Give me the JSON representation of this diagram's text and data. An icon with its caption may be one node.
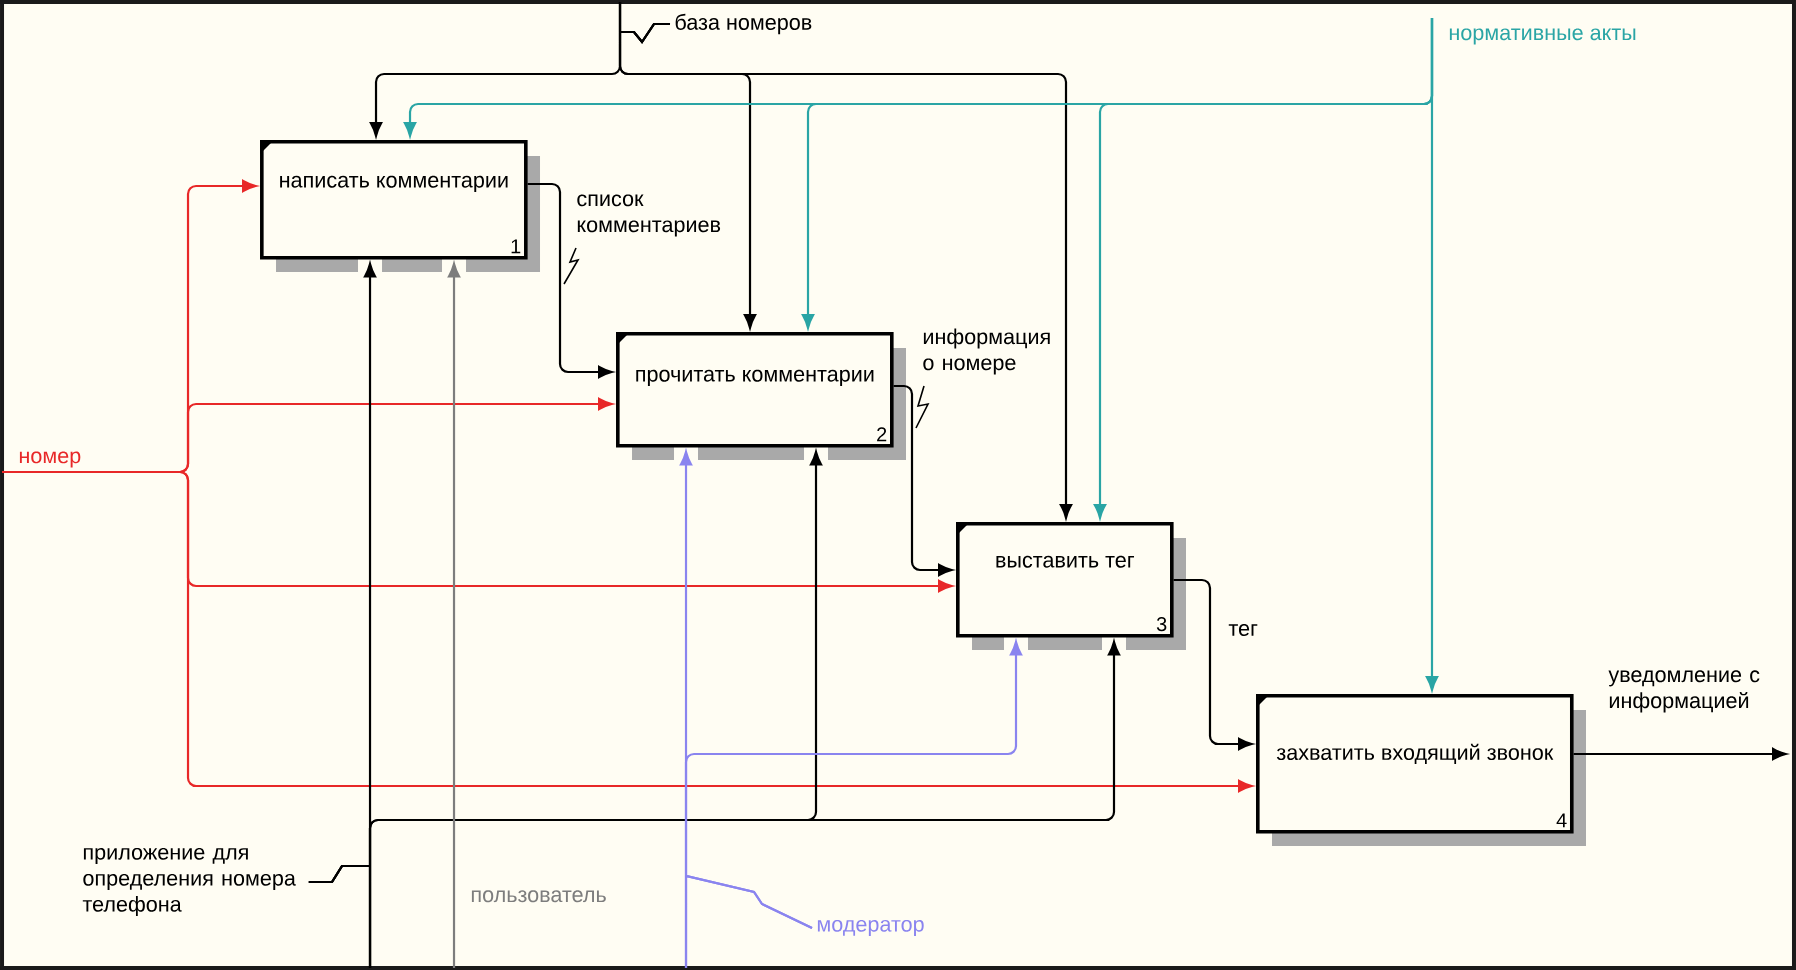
{
  "diagram": {
    "nodes": [
      {
        "text": [
          "написать комментарии",
          "1"
        ]
      },
      {
        "text": [
          "прочитать комментарии",
          "2"
        ]
      },
      {
        "text": [
          "выставить тег",
          "3"
        ]
      },
      {
        "text": [
          "захватить входящий звонок",
          "4"
        ]
      },
      {
        "text": [
          "номер"
        ]
      },
      {
        "text": [
          "база номеров"
        ]
      },
      {
        "text": [
          "нормативные акты"
        ]
      },
      {
        "text": [
          "приложение для определения номера телефона"
        ]
      },
      {
        "text": [
          "пользователь"
        ]
      },
      {
        "text": [
          "модератор"
        ]
      }
    ],
    "edges": [
      {
        "from": 4,
        "to": 0,
        "arrow": "to",
        "color": "#e82828"
      },
      {
        "from": 4,
        "to": 1,
        "arrow": "to",
        "color": "#e82828"
      },
      {
        "from": 4,
        "to": 2,
        "arrow": "to",
        "color": "#e82828"
      },
      {
        "from": 4,
        "to": 3,
        "arrow": "to",
        "color": "#e82828"
      },
      {
        "from": 5,
        "to": 0,
        "arrow": "to"
      },
      {
        "from": 5,
        "to": 1,
        "arrow": "to"
      },
      {
        "from": 5,
        "to": 2,
        "arrow": "to"
      },
      {
        "from": 6,
        "to": 0,
        "arrow": "to",
        "color": "#2aa5a5"
      },
      {
        "from": 6,
        "to": 1,
        "arrow": "to",
        "color": "#2aa5a5"
      },
      {
        "from": 6,
        "to": 2,
        "arrow": "to",
        "color": "#2aa5a5"
      },
      {
        "from": 6,
        "to": 3,
        "arrow": "to",
        "color": "#2aa5a5"
      },
      {
        "from": 0,
        "to": 1,
        "arrow": "to",
        "label": "список комментариев"
      },
      {
        "from": 1,
        "to": 2,
        "arrow": "to",
        "label": "информация о номере"
      },
      {
        "from": 2,
        "to": 3,
        "arrow": "to",
        "label": "тег"
      },
      {
        "from": 3,
        "to": null,
        "arrow": "to",
        "label": "уведомление с информацией"
      },
      {
        "from": 7,
        "to": 0,
        "arrow": "to"
      },
      {
        "from": 7,
        "to": 1,
        "arrow": "to"
      },
      {
        "from": 7,
        "to": 2,
        "arrow": "to"
      },
      {
        "from": 8,
        "to": 0,
        "arrow": "to",
        "color": "#7d7d7d"
      },
      {
        "from": 9,
        "to": 1,
        "arrow": "to",
        "color": "#8a84ef"
      },
      {
        "from": 9,
        "to": 2,
        "arrow": "to",
        "color": "#8a84ef"
      }
    ]
  }
}
